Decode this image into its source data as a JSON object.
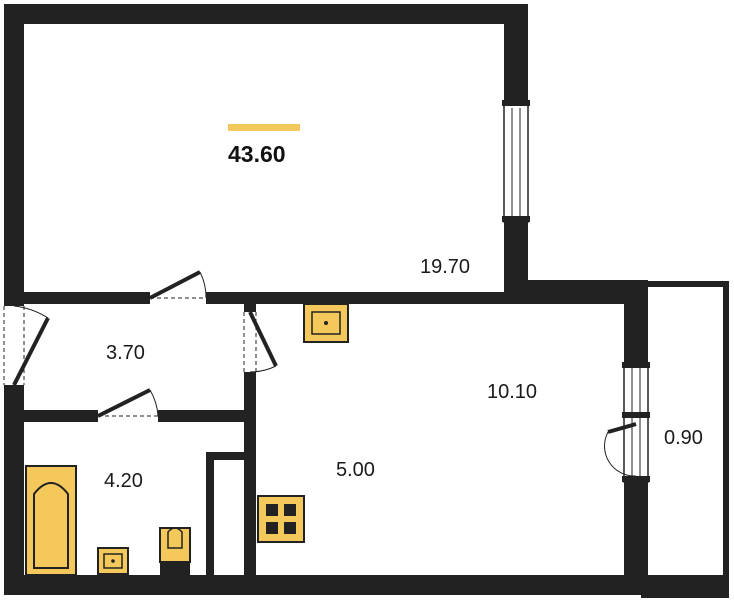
{
  "plan": {
    "total_area": "43.60",
    "rooms": [
      {
        "id": "living-room",
        "area": "19.70"
      },
      {
        "id": "hallway",
        "area": "3.70"
      },
      {
        "id": "kitchen",
        "area": "10.10"
      },
      {
        "id": "bathroom",
        "area": "4.20"
      },
      {
        "id": "kitchen-niche",
        "area": "5.00"
      },
      {
        "id": "balcony",
        "area": "0.90"
      }
    ]
  },
  "colors": {
    "wall": "#222222",
    "fixture": "#f5c85c",
    "accent": "#f5c85c",
    "window_glass": "#ffffff"
  },
  "icons": [
    "bathtub-icon",
    "sink-icon",
    "toilet-icon",
    "stove-icon",
    "door-icon",
    "window-icon"
  ]
}
